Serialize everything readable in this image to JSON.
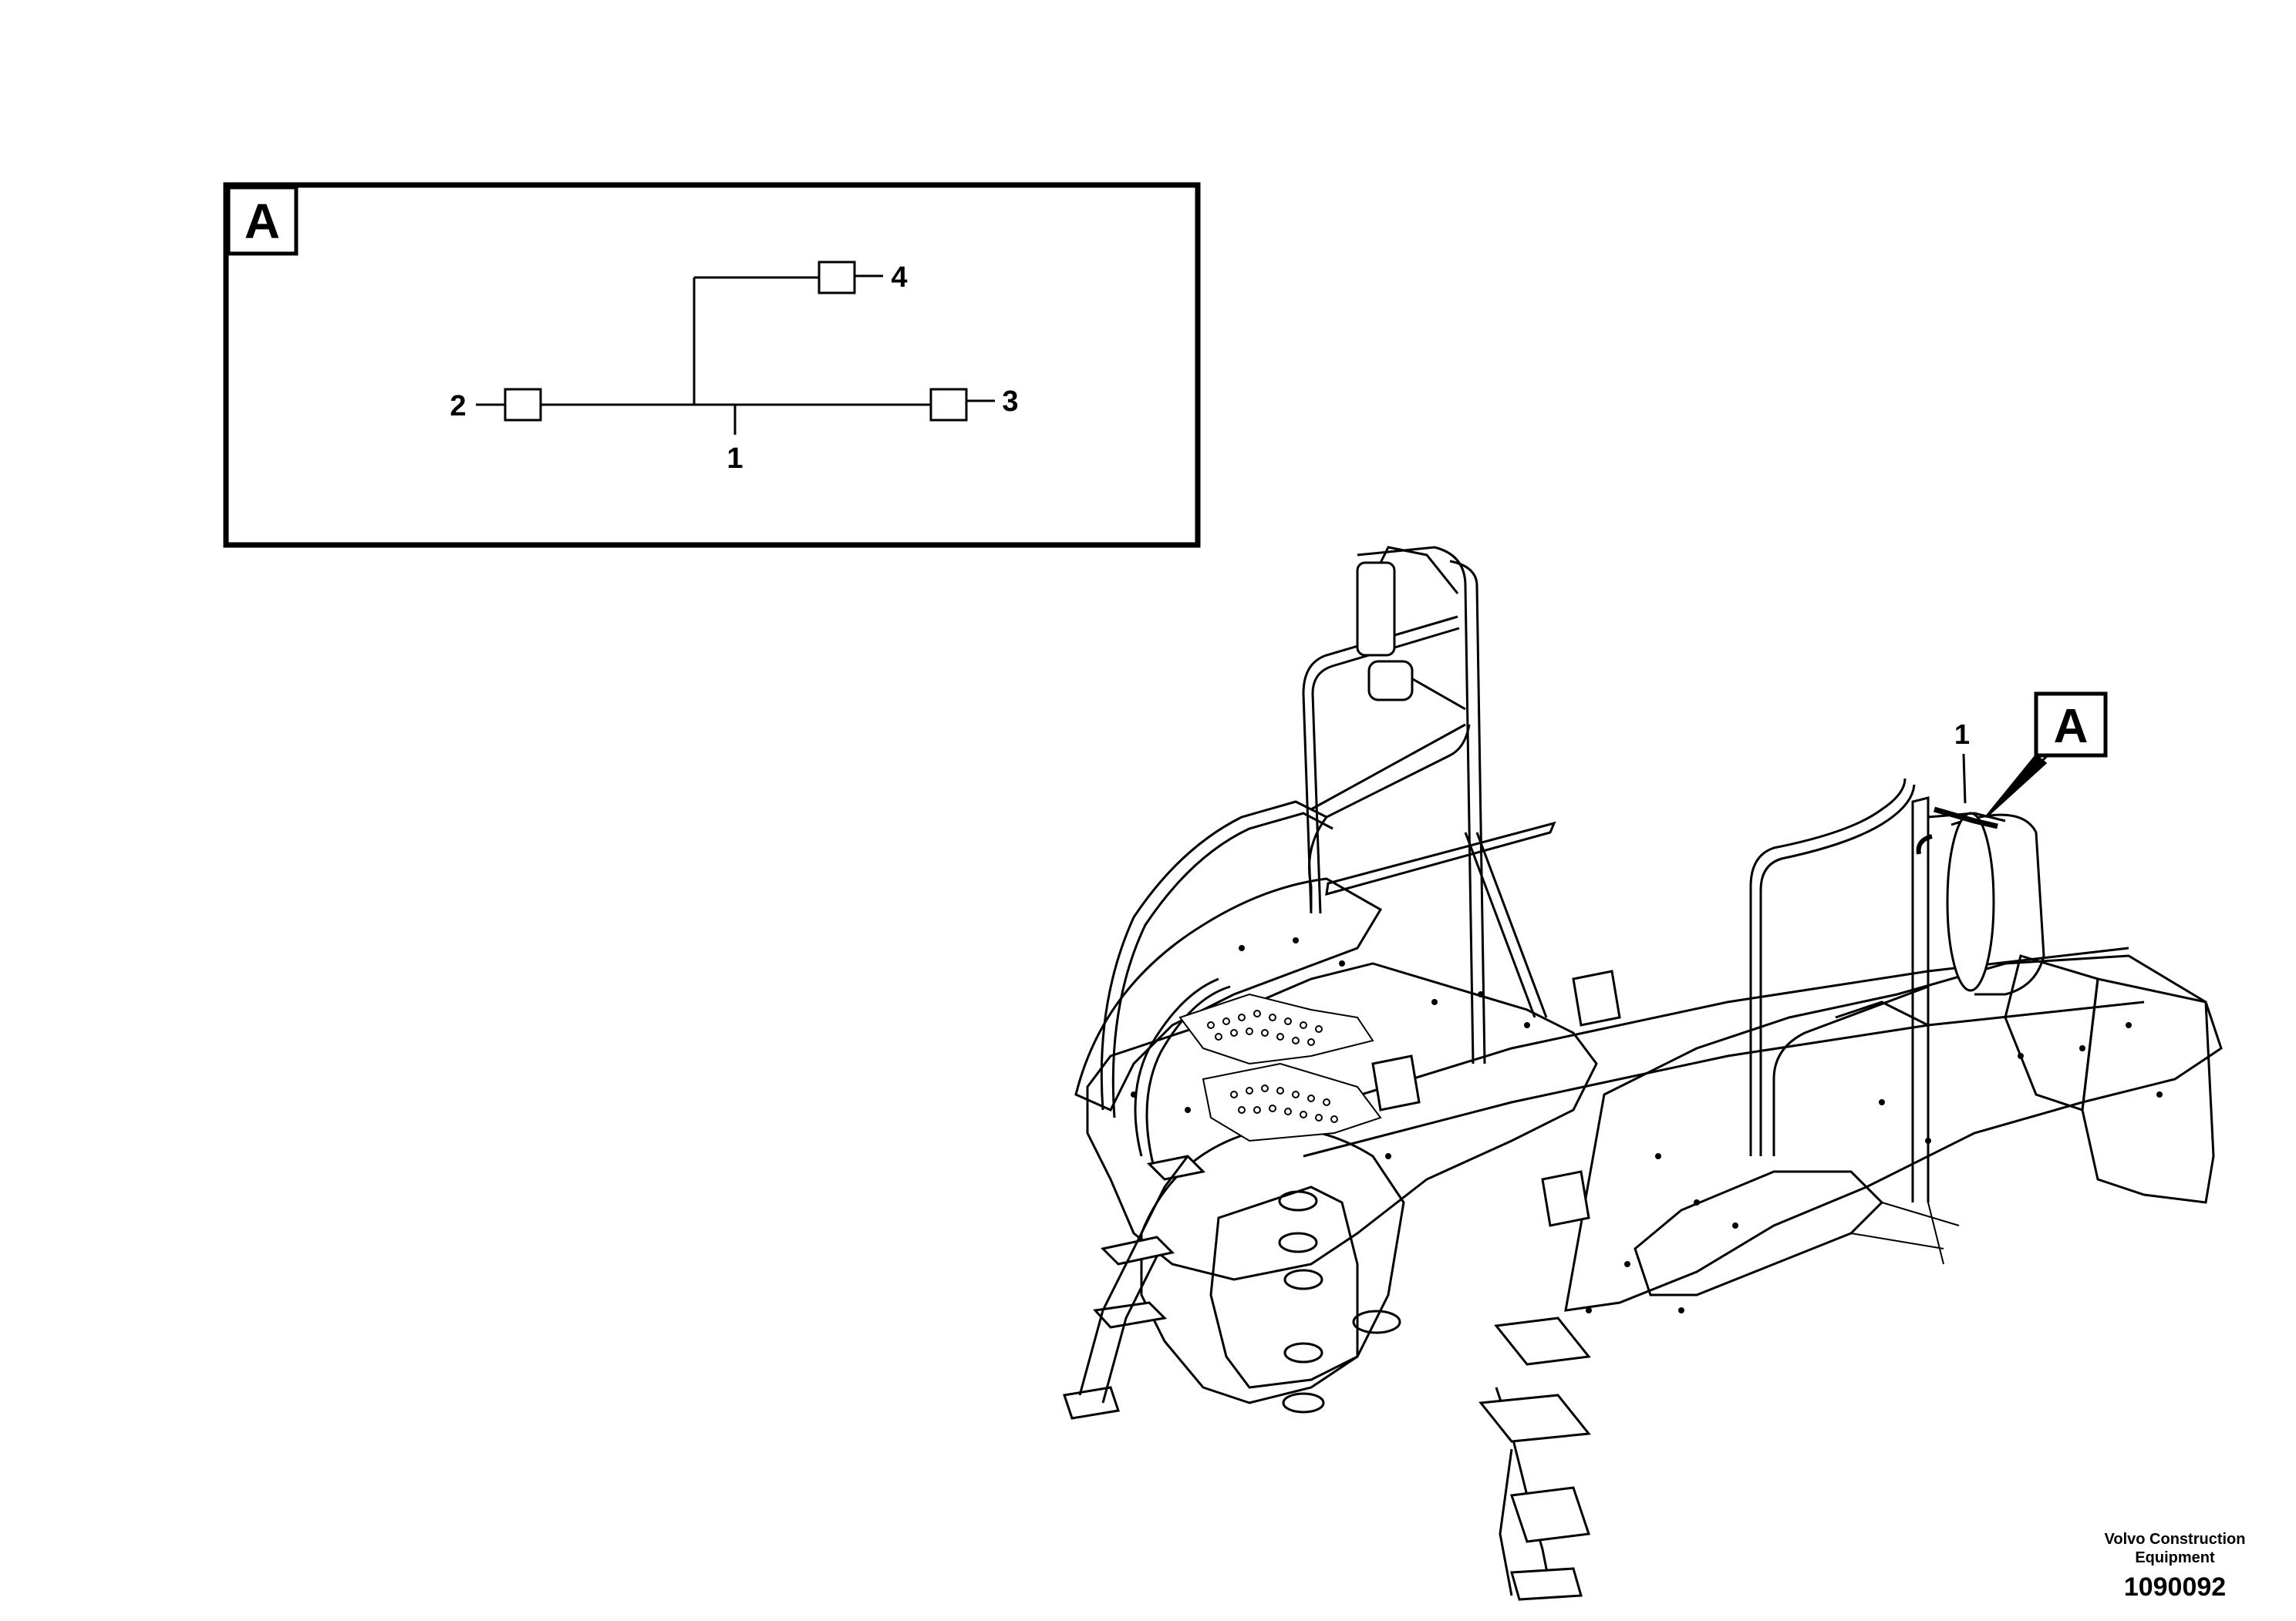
{
  "detail_box": {
    "letter": "A",
    "labels": {
      "c1": "1",
      "c2": "2",
      "c3": "3",
      "c4": "4"
    }
  },
  "callout": {
    "part": "1",
    "letter": "A"
  },
  "footer": {
    "brand_line1": "Volvo Construction",
    "brand_line2": "Equipment",
    "figure_number": "1090092"
  }
}
